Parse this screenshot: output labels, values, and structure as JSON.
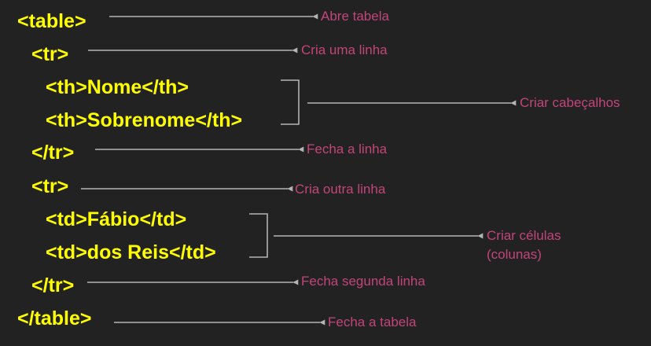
{
  "code_lines": [
    "<table>",
    "<tr>",
    "<th>Nome</th>",
    "<th>Sobrenome</th>",
    "</tr>",
    "<tr>",
    "<td>Fábio</td>",
    "<td>dos Reis</td>",
    "</tr>",
    "</table>"
  ],
  "annotations": {
    "abre_tabela": "Abre tabela",
    "cria_linha": "Cria uma linha",
    "criar_cabecalhos": "Criar cabeçalhos",
    "fecha_linha": "Fecha a linha",
    "cria_outra_linha": "Cria outra linha",
    "criar_celulas_1": "Criar células",
    "criar_celulas_2": "(colunas)",
    "fecha_segunda_linha": "Fecha segunda linha",
    "fecha_tabela": "Fecha a tabela"
  },
  "colors": {
    "background": "#222222",
    "code_text": "#ffff00",
    "annotation_text": "#c2457a",
    "arrow": "#b4b4b4"
  }
}
